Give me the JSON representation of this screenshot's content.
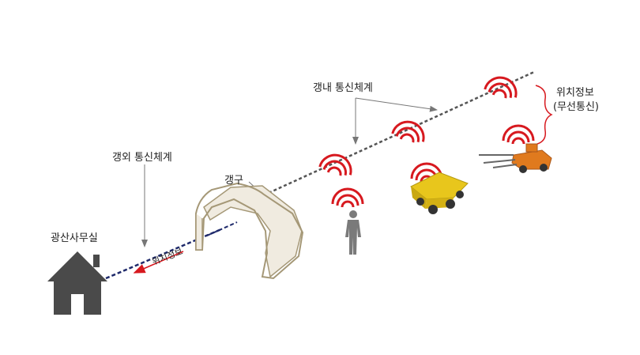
{
  "labels": {
    "in_mine_comm": "갱내 통신체계",
    "out_mine_comm": "갱외 통신체계",
    "portal": "갱구",
    "office": "광산사무실",
    "location_info_arrow": "위치정보",
    "location_info_wireless_line1": "위치정보",
    "location_info_wireless_line2": "(무선통신)"
  },
  "icons": {
    "office": "house-icon",
    "portal": "tunnel-portal-icon",
    "worker": "person-icon",
    "dump_truck": "dump-truck-icon",
    "drill_rig": "drill-jumbo-icon",
    "signal": "wireless-signal-icon"
  },
  "colors": {
    "signal": "#d7191f",
    "wired_outside": "#1f2a6b",
    "wired_inside": "#555555",
    "house": "#4a4a4a",
    "truck": "#e8c61c",
    "drill": "#e07a1e",
    "arrow_red": "#d7191f"
  }
}
